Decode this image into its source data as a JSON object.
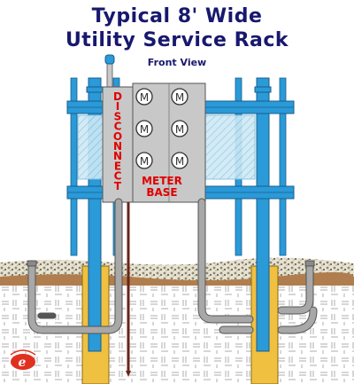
{
  "title": {
    "line1": "Typical 8' Wide",
    "line2": "Utility Service Rack",
    "view": "Front View"
  },
  "labels": {
    "disconnect": "DISCONNECT",
    "meter": "METER",
    "base": "BASE",
    "meter_glyph": "M"
  },
  "colors": {
    "title": "#18186e",
    "frame": "#2a9ad8",
    "frame_dark": "#1a5e8c",
    "panel": "#c8c8c8",
    "label": "#e00000",
    "post": "#f0c040",
    "conduit": "#a8a8a8",
    "ground_rod": "#6a2418",
    "soil": "#b07e4e"
  },
  "icons": [
    "logo-e-icon",
    "weatherhead-icon"
  ]
}
